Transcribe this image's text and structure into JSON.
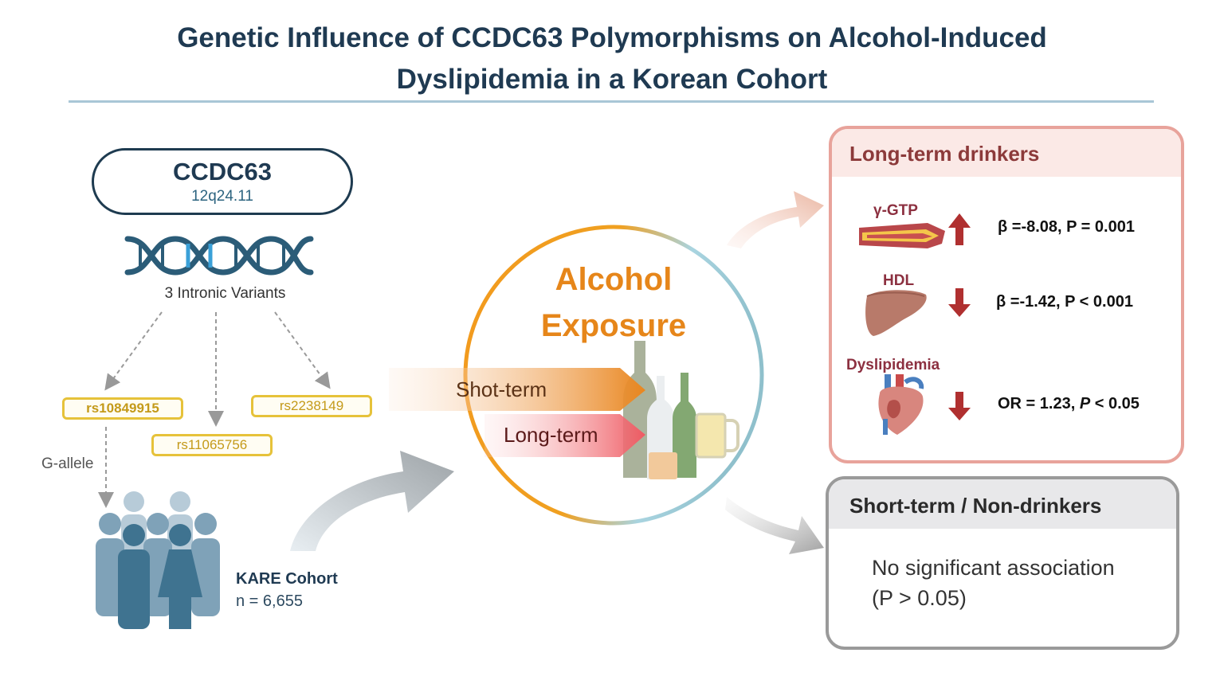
{
  "title_line1": "Genetic Influence of CCDC63 Polymorphisms on Alcohol-Induced",
  "title_line2": "Dyslipidemia in a Korean Cohort",
  "gene": {
    "name": "CCDC63",
    "location": "12q24.11"
  },
  "variants_label": "3 Intronic Variants",
  "snps": [
    "rs10849915",
    "rs11065756",
    "rs2238149"
  ],
  "allele_label": "G-allele",
  "cohort": {
    "name": "KARE Cohort",
    "n": "n = 6,655"
  },
  "exposure": {
    "line1": "Alcohol",
    "line2": "Exposure",
    "short": "Shot-term",
    "long": "Long-term"
  },
  "long_term": {
    "title": "Long-term drinkers",
    "rows": [
      {
        "label": "γ-GTP",
        "direction": "up",
        "stat": "β =-8.08, P = 0.001"
      },
      {
        "label": "HDL",
        "direction": "down",
        "stat": "β =-1.42, P < 0.001"
      },
      {
        "label": "Dyslipidemia",
        "direction": "down",
        "stat_prefix": "OR = 1.23, ",
        "stat_p": "P",
        "stat_suffix": " < 0.05"
      }
    ]
  },
  "short_term": {
    "title": "Short-term / Non-drinkers",
    "line1": "No significant association",
    "line2": "(P > 0.05)"
  },
  "colors": {
    "navy": "#1f3a52",
    "orange": "#e6861a",
    "salmon": "#e8a39b",
    "snp_gold": "#e6c23a",
    "people_blue": "#5a8aa6",
    "arrow_red": "#b03030"
  }
}
